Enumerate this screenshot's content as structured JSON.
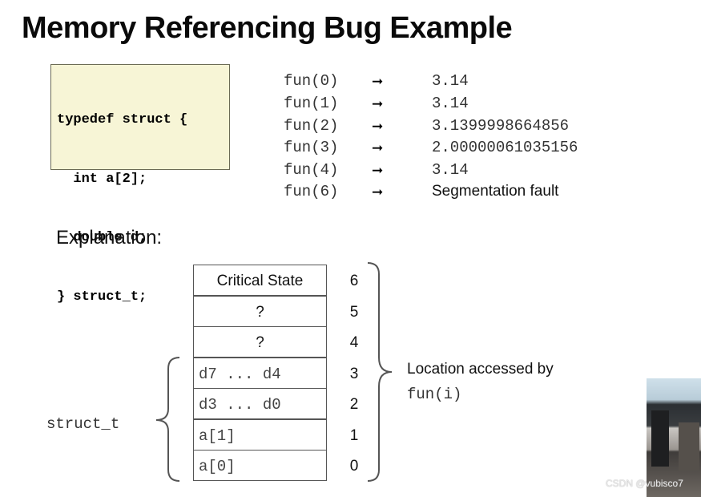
{
  "title": "Memory Referencing Bug Example",
  "code_lines": [
    "typedef struct {",
    "  int a[2];",
    "  double d;",
    "} struct_t;"
  ],
  "calls": [
    {
      "call": "fun(0)",
      "arrow": "➞",
      "result": "3.14"
    },
    {
      "call": "fun(1)",
      "arrow": "➞",
      "result": "3.14"
    },
    {
      "call": "fun(2)",
      "arrow": "➞",
      "result": "3.1399998664856"
    },
    {
      "call": "fun(3)",
      "arrow": "➞",
      "result": "2.00000061035156"
    },
    {
      "call": "fun(4)",
      "arrow": "➞",
      "result": "3.14"
    },
    {
      "call": "fun(6)",
      "arrow": "➞",
      "result": "Segmentation fault"
    }
  ],
  "explanation_heading": "Explanation:",
  "memory_cells": [
    {
      "label": "Critical State",
      "index": "6"
    },
    {
      "label": "?",
      "index": "5"
    },
    {
      "label": "?",
      "index": "4"
    },
    {
      "label": "d7 ... d4",
      "index": "3"
    },
    {
      "label": "d3 ... d0",
      "index": "2"
    },
    {
      "label": "a[1]",
      "index": "1"
    },
    {
      "label": "a[0]",
      "index": "0"
    }
  ],
  "struct_label": "struct_t",
  "location_text": "Location accessed by",
  "location_code": "fun(i)",
  "watermark": "CSDN @vubisco7"
}
